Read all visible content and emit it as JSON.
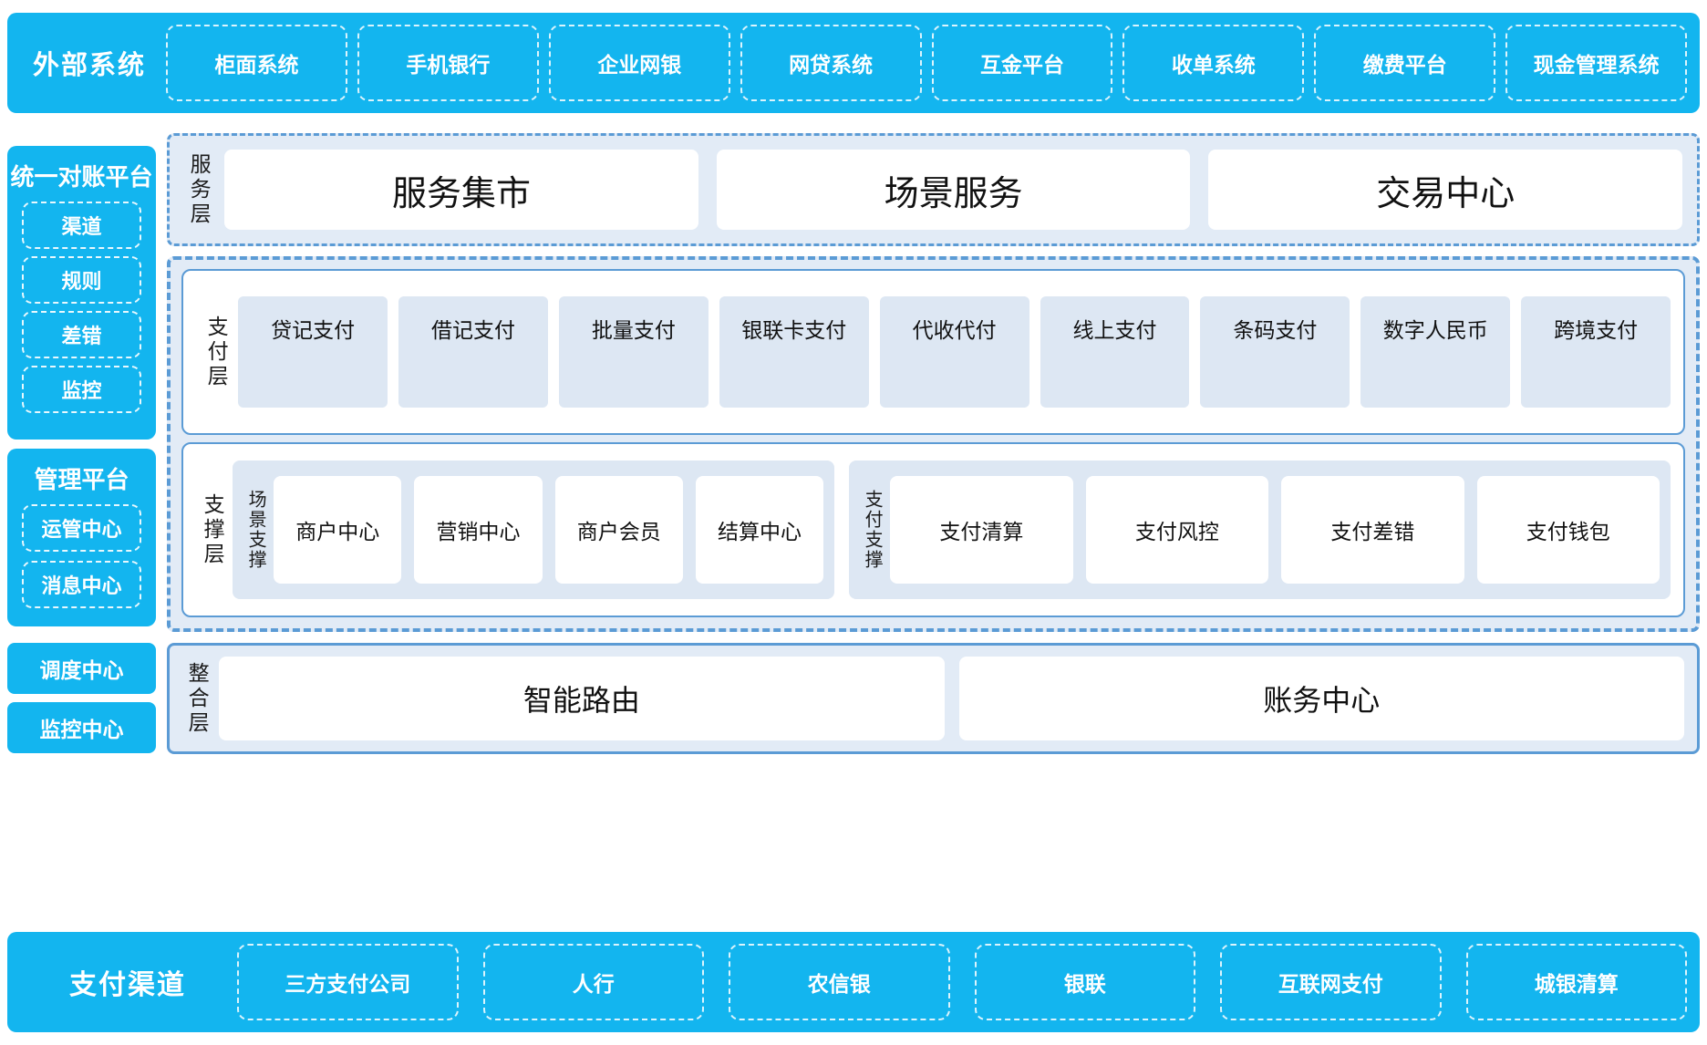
{
  "external": {
    "title": "外部系统",
    "items": [
      "柜面系统",
      "手机银行",
      "企业网银",
      "网贷系统",
      "互金平台",
      "收单系统",
      "缴费平台",
      "现金管理系统"
    ]
  },
  "sidebar": {
    "recon": {
      "title": "统一对账平台",
      "items": [
        "渠道",
        "规则",
        "差错",
        "监控"
      ]
    },
    "management": {
      "title": "管理平台",
      "items": [
        "运管中心",
        "消息中心"
      ]
    },
    "standalone": [
      "调度中心",
      "监控中心"
    ]
  },
  "service_layer": {
    "label": "服务层",
    "items": [
      "服务集市",
      "场景服务",
      "交易中心"
    ]
  },
  "pay_layer": {
    "label": "支付层",
    "items": [
      "贷记支付",
      "借记支付",
      "批量支付",
      "银联卡支付",
      "代收代付",
      "线上支付",
      "条码支付",
      "数字人民币",
      "跨境支付"
    ]
  },
  "support_layer": {
    "label": "支撑层",
    "groups": [
      {
        "label": "场景支撑",
        "items": [
          "商户中心",
          "营销中心",
          "商户会员",
          "结算中心"
        ]
      },
      {
        "label": "支付支撑",
        "items": [
          "支付清算",
          "支付风控",
          "支付差错",
          "支付钱包"
        ]
      }
    ]
  },
  "integration_layer": {
    "label": "整合层",
    "items": [
      "智能路由",
      "账务中心"
    ]
  },
  "channel": {
    "title": "支付渠道",
    "items": [
      "三方支付公司",
      "人行",
      "农信银",
      "银联",
      "互联网支付",
      "城银清算"
    ]
  },
  "colors": {
    "brand_blue": "#13B5EF",
    "layer_fill": "#E2EBF6",
    "layer_border": "#5B9BD5",
    "tile_fill": "#DDE7F3",
    "card_white": "#FFFFFF"
  }
}
